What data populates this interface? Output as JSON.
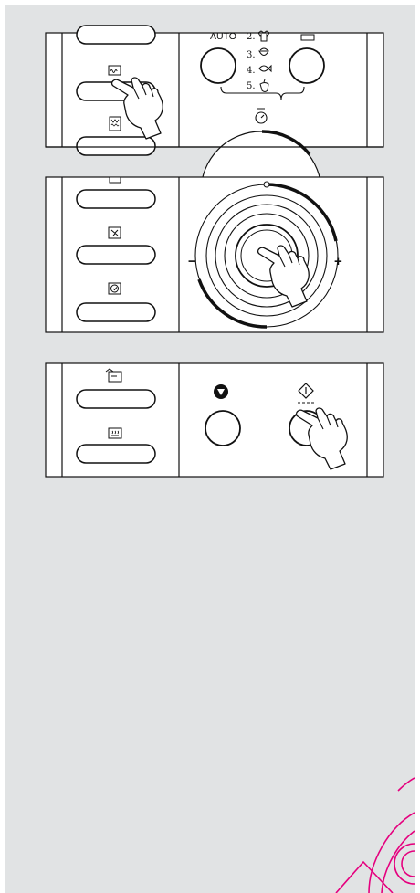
{
  "panel1": {
    "auto_label": "AUTO",
    "programs": [
      {
        "number": "2.",
        "icon": "shirt-icon"
      },
      {
        "number": "3.",
        "icon": "bowl-icon"
      },
      {
        "number": "4.",
        "icon": "fish-icon"
      },
      {
        "number": "5.",
        "icon": "vegetable-icon"
      }
    ],
    "left_button_icons": [
      "microwave-icon",
      "grill-combo-icon"
    ],
    "dial_top_icon": "timer-icon"
  },
  "panel2": {
    "left_button_icons": [
      "grill-combo-icon",
      "defrost-icon",
      "clock-icon"
    ],
    "minus_label": "−",
    "plus_label": "+"
  },
  "panel3": {
    "left_button_icons": [
      "convection-icon",
      "warm-icon"
    ],
    "stop_icon": "stop-icon",
    "start_icon": "start-icon"
  },
  "accent_color": "#e5007e"
}
